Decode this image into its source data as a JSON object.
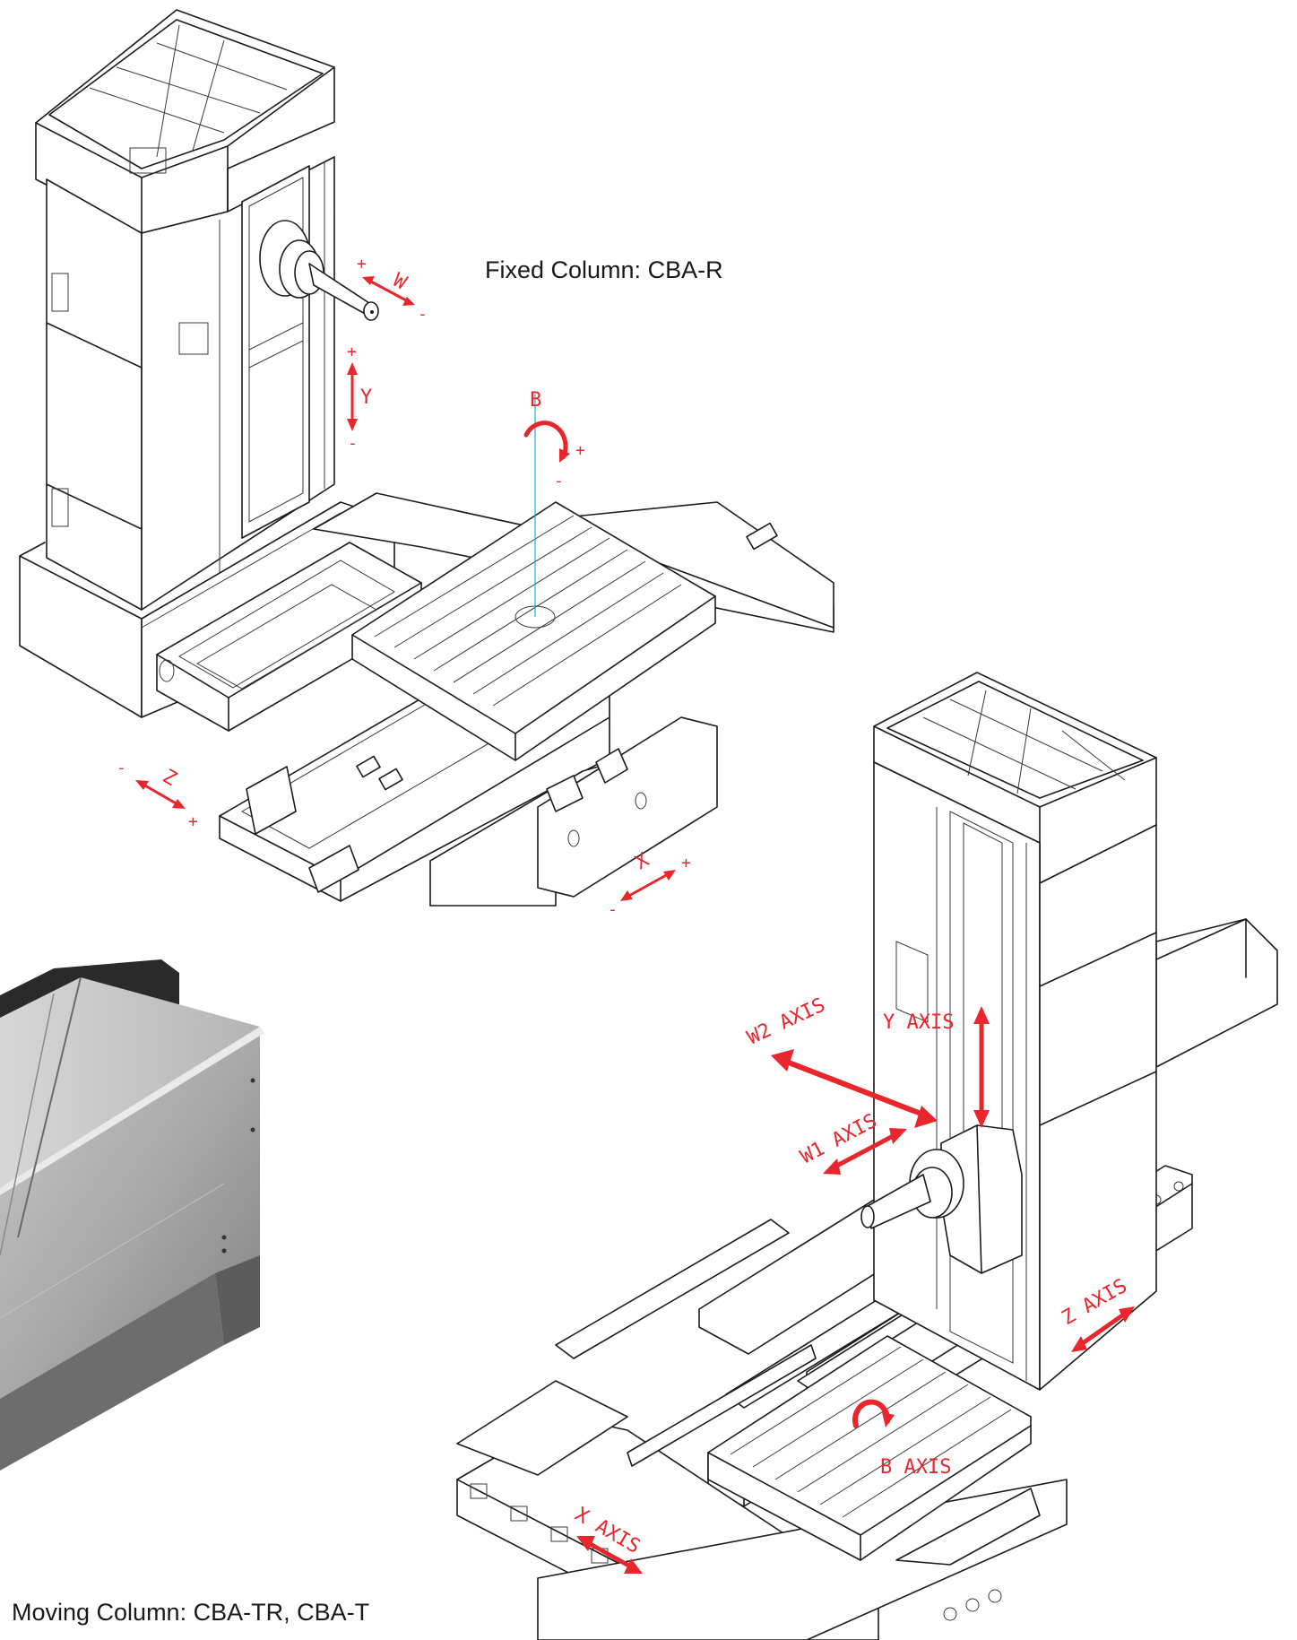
{
  "captions": {
    "fixed_column": "Fixed Column: CBA-R",
    "moving_column": "Moving Column: CBA-TR, CBA-T"
  },
  "fixed_column_axes": {
    "w": {
      "name": "W",
      "plus": "+",
      "minus": "-"
    },
    "y": {
      "name": "Y",
      "plus": "+",
      "minus": "-"
    },
    "b": {
      "name": "B",
      "plus": "+",
      "minus": "-"
    },
    "z": {
      "name": "Z",
      "plus": "+",
      "minus": "-"
    },
    "x": {
      "name": "X",
      "plus": "+",
      "minus": "-"
    }
  },
  "moving_column_axes": {
    "w2": "W2 AXIS",
    "y": "Y AXIS",
    "w1": "W1 AXIS",
    "z": "Z AXIS",
    "b": "B AXIS",
    "x": "X AXIS"
  },
  "colors": {
    "axis_red": "#e8262c",
    "line": "#1c1c1c",
    "center_line": "#2aa6c6",
    "cover_steel": "#9a9a9a"
  }
}
